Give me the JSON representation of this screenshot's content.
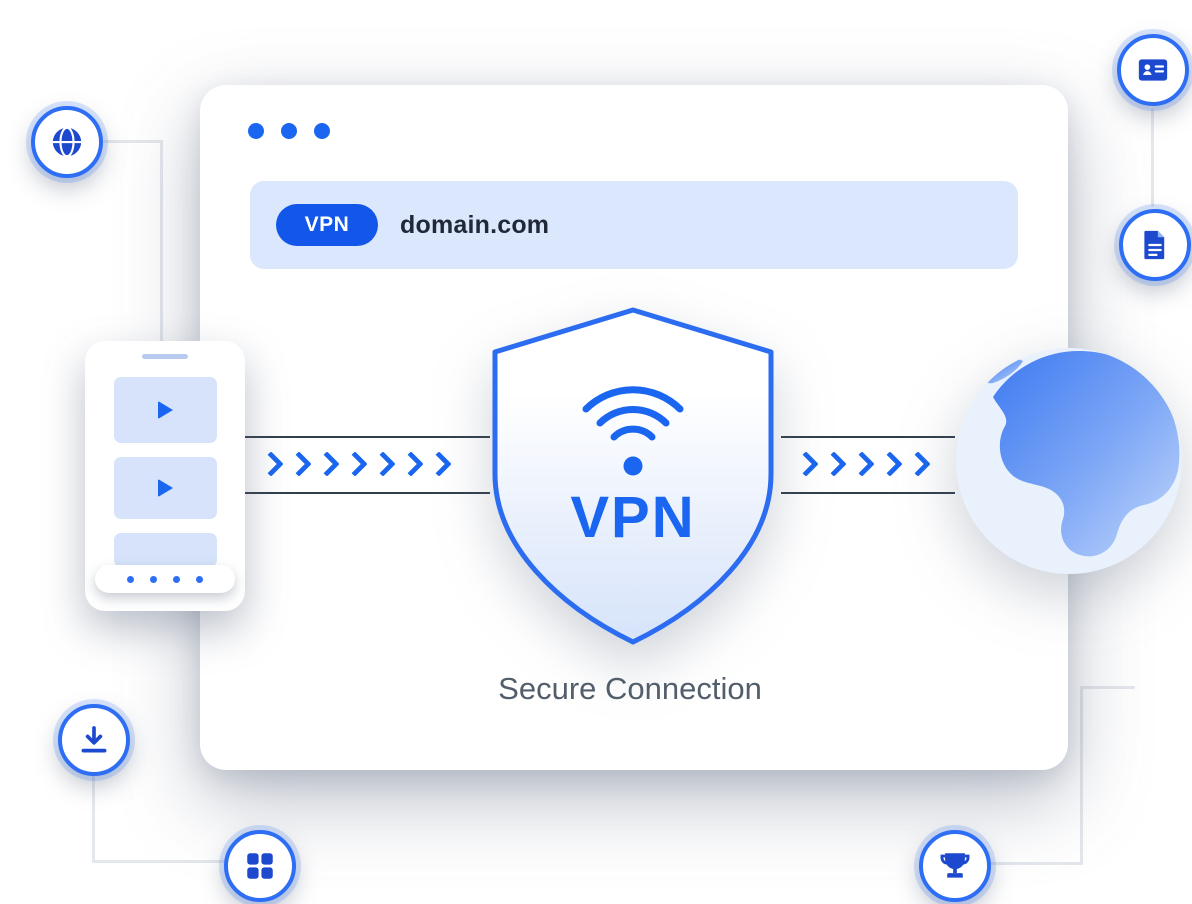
{
  "browser": {
    "badge_label": "VPN",
    "url": "domain.com"
  },
  "shield": {
    "label": "VPN",
    "caption": "Secure Connection"
  },
  "colors": {
    "primary_blue": "#1a66f0",
    "icon_blue": "#1d49cf",
    "ring_blue": "#2d6ef5",
    "address_bar_bg": "#dbe7fc",
    "badge_bg": "#1257ea",
    "url_text": "#1f2937",
    "caption_text": "#535e6c",
    "band_line": "#333e4d",
    "connector_line": "#e4e7ec",
    "phone_card_bg": "#d6e3fa",
    "globe_ocean": "#e9f1fd",
    "land_blue_dark": "#3c79f1",
    "land_blue_light": "#c4d8fb"
  },
  "icon_names": [
    "globe-network-icon",
    "id-card-icon",
    "document-icon",
    "download-icon",
    "grid-icon",
    "trophy-icon",
    "wifi-icon",
    "play-icon",
    "chevron-right-icon"
  ]
}
